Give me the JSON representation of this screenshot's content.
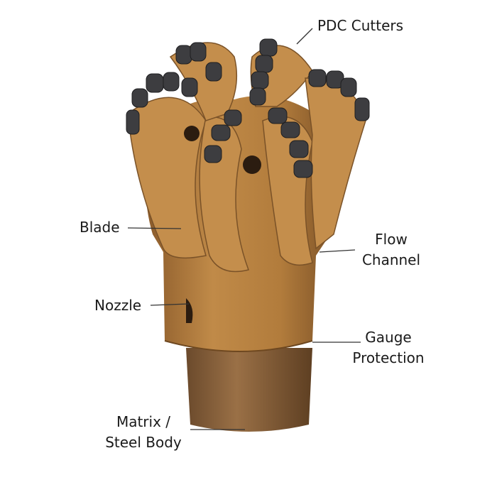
{
  "labels": {
    "pdc_cutters": "PDC Cutters",
    "blade": "Blade",
    "flow_channel": [
      "Flow",
      "Channel"
    ],
    "nozzle": "Nozzle",
    "gauge_protection": [
      "Gauge",
      "Protection"
    ],
    "body": [
      "Matrix /",
      "Steel Body"
    ]
  },
  "colors": {
    "bronze": "#b5813f",
    "bronze_dark": "#7a5228",
    "cutter": "#3d3d40",
    "shank": "#8a6038"
  }
}
